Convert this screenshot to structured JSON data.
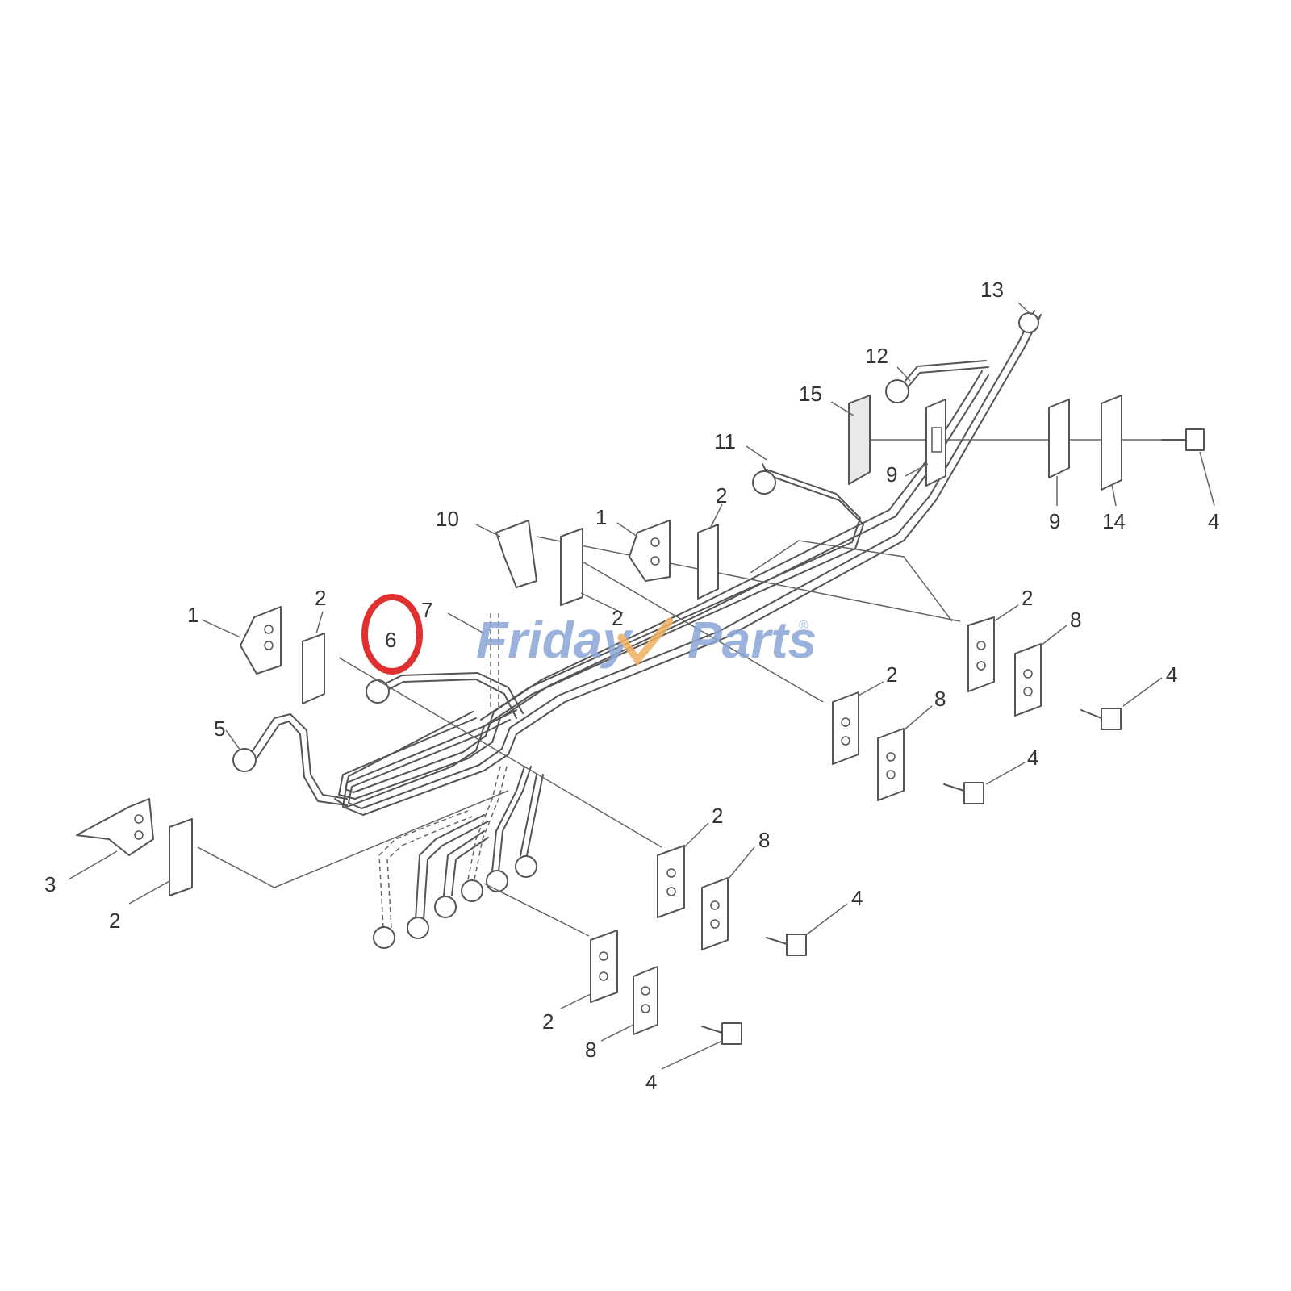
{
  "watermark": {
    "part1": "Friday",
    "part2": "Parts",
    "reg": "®",
    "color_main": "#8aa6d6",
    "color_accent": "#f0b060"
  },
  "highlight": {
    "label": "6",
    "color": "#e03030"
  },
  "callouts": [
    {
      "id": "c13",
      "text": "13"
    },
    {
      "id": "c12",
      "text": "12"
    },
    {
      "id": "c15",
      "text": "15"
    },
    {
      "id": "c11",
      "text": "11"
    },
    {
      "id": "c9a",
      "text": "9"
    },
    {
      "id": "c9b",
      "text": "9"
    },
    {
      "id": "c14",
      "text": "14"
    },
    {
      "id": "c4a",
      "text": "4"
    },
    {
      "id": "c10",
      "text": "10"
    },
    {
      "id": "c1a",
      "text": "1"
    },
    {
      "id": "c2a",
      "text": "2"
    },
    {
      "id": "c2b",
      "text": "2"
    },
    {
      "id": "c2c",
      "text": "2"
    },
    {
      "id": "c8a",
      "text": "8"
    },
    {
      "id": "c4b",
      "text": "4"
    },
    {
      "id": "c1b",
      "text": "1"
    },
    {
      "id": "c2d",
      "text": "2"
    },
    {
      "id": "c7",
      "text": "7"
    },
    {
      "id": "c2e",
      "text": "2"
    },
    {
      "id": "c8b",
      "text": "8"
    },
    {
      "id": "c4c",
      "text": "4"
    },
    {
      "id": "c5",
      "text": "5"
    },
    {
      "id": "c3",
      "text": "3"
    },
    {
      "id": "c2f",
      "text": "2"
    },
    {
      "id": "c2g",
      "text": "2"
    },
    {
      "id": "c8c",
      "text": "8"
    },
    {
      "id": "c4d",
      "text": "4"
    },
    {
      "id": "c2h",
      "text": "2"
    },
    {
      "id": "c8d",
      "text": "8"
    },
    {
      "id": "c4e",
      "text": "4"
    }
  ]
}
